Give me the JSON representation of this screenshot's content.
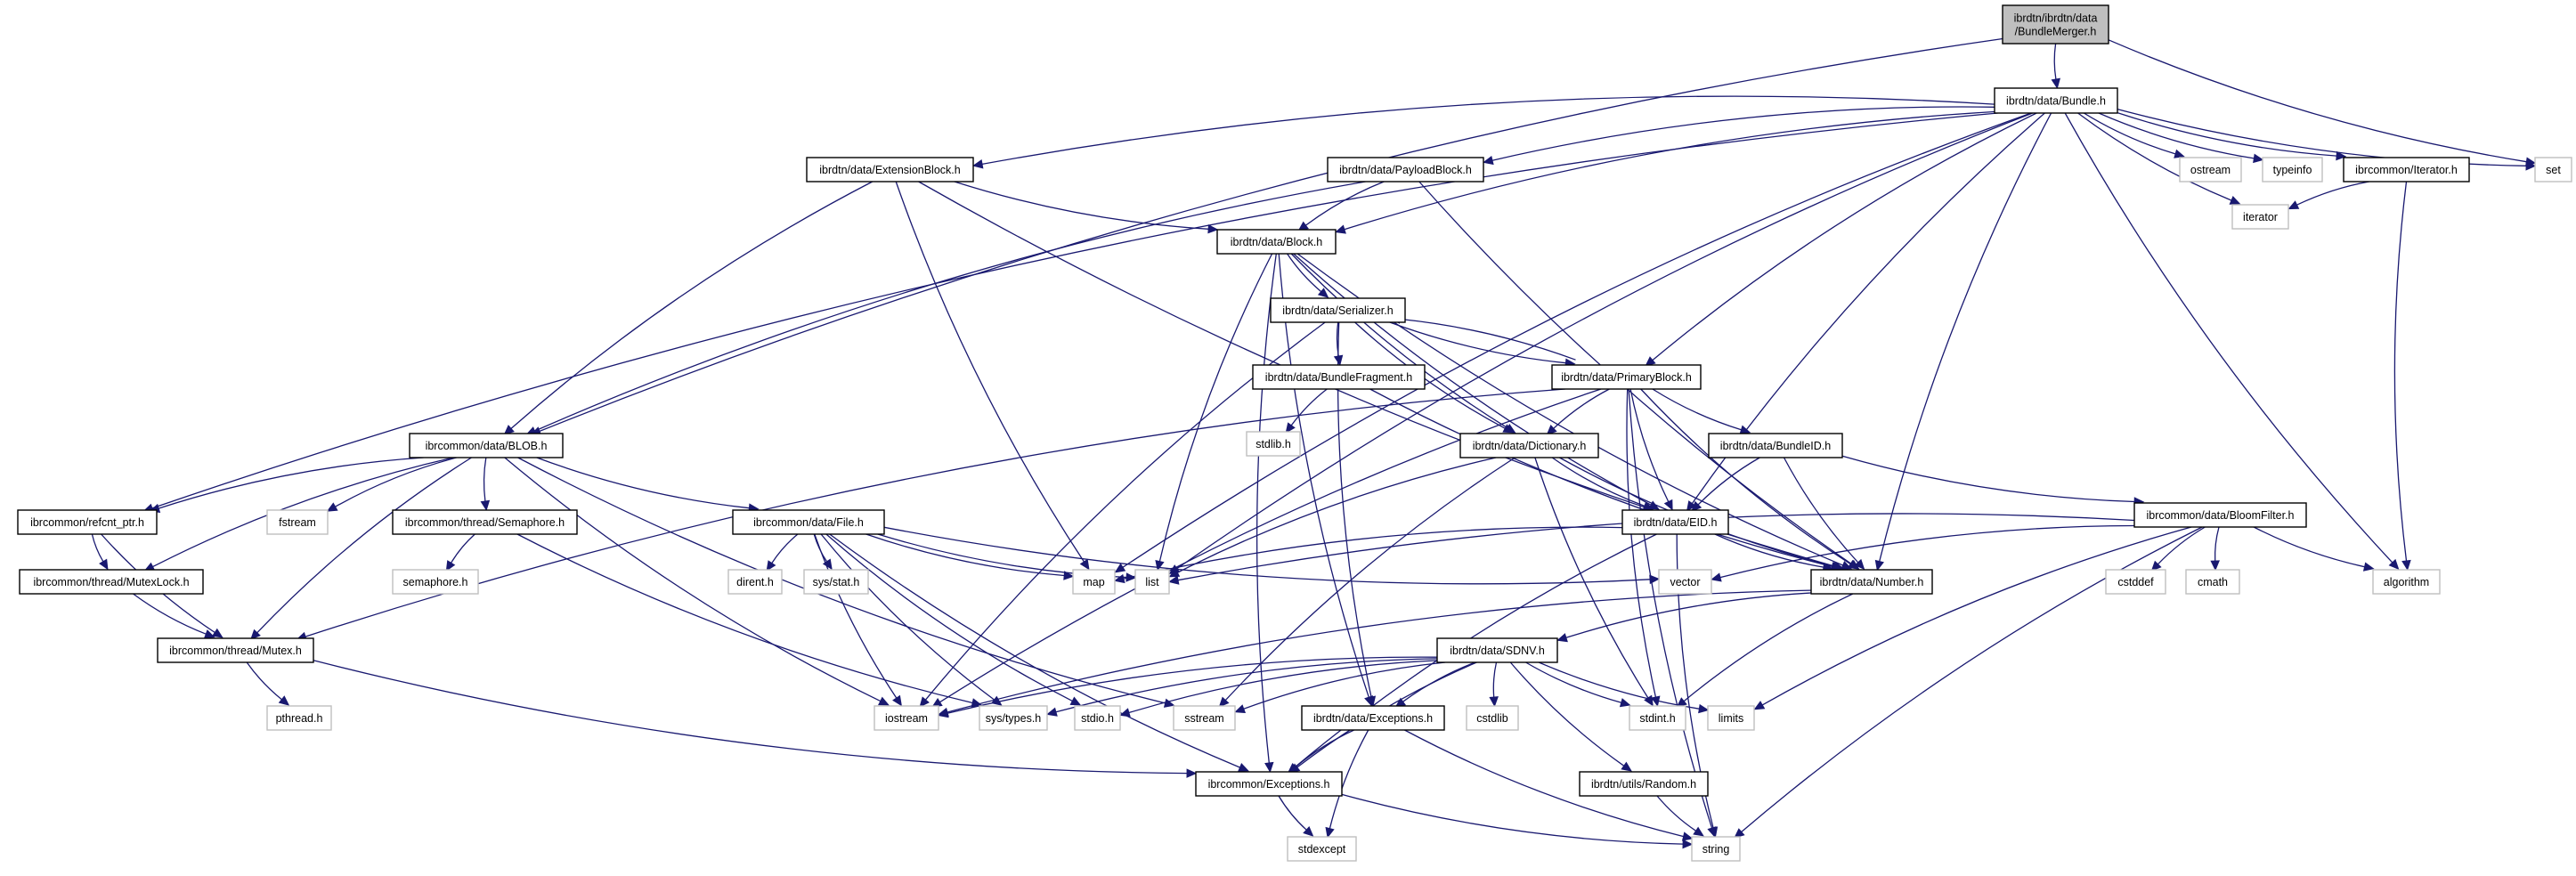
{
  "diagram": {
    "title": "Include dependency graph for ibrdtn/ibrdtn/data/BundleMerger.h",
    "colors": {
      "edge": "#191970",
      "root_fill": "#bfbfbf",
      "project_border": "#000000",
      "external_border": "#bfbfbf"
    },
    "nodes": [
      {
        "id": "merger",
        "label": [
          "ibrdtn/ibrdtn/data",
          "/BundleMerger.h"
        ],
        "kind": "root"
      },
      {
        "id": "bundle",
        "label": [
          "ibrdtn/data/Bundle.h"
        ],
        "kind": "project"
      },
      {
        "id": "ext",
        "label": [
          "ibrdtn/data/ExtensionBlock.h"
        ],
        "kind": "project"
      },
      {
        "id": "payload",
        "label": [
          "ibrdtn/data/PayloadBlock.h"
        ],
        "kind": "project"
      },
      {
        "id": "ostream",
        "label": [
          "ostream"
        ],
        "kind": "external"
      },
      {
        "id": "typeinfo",
        "label": [
          "typeinfo"
        ],
        "kind": "external"
      },
      {
        "id": "iteratorh",
        "label": [
          "ibrcommon/Iterator.h"
        ],
        "kind": "project"
      },
      {
        "id": "set",
        "label": [
          "set"
        ],
        "kind": "external"
      },
      {
        "id": "block",
        "label": [
          "ibrdtn/data/Block.h"
        ],
        "kind": "project"
      },
      {
        "id": "iterator",
        "label": [
          "iterator"
        ],
        "kind": "external"
      },
      {
        "id": "serializer",
        "label": [
          "ibrdtn/data/Serializer.h"
        ],
        "kind": "project"
      },
      {
        "id": "fragment",
        "label": [
          "ibrdtn/data/BundleFragment.h"
        ],
        "kind": "project"
      },
      {
        "id": "primary",
        "label": [
          "ibrdtn/data/PrimaryBlock.h"
        ],
        "kind": "project"
      },
      {
        "id": "stdlib",
        "label": [
          "stdlib.h"
        ],
        "kind": "external"
      },
      {
        "id": "blob",
        "label": [
          "ibrcommon/data/BLOB.h"
        ],
        "kind": "project"
      },
      {
        "id": "dict",
        "label": [
          "ibrdtn/data/Dictionary.h"
        ],
        "kind": "project"
      },
      {
        "id": "bundleid",
        "label": [
          "ibrdtn/data/BundleID.h"
        ],
        "kind": "project"
      },
      {
        "id": "refcnt",
        "label": [
          "ibrcommon/refcnt_ptr.h"
        ],
        "kind": "project"
      },
      {
        "id": "fstream",
        "label": [
          "fstream"
        ],
        "kind": "external"
      },
      {
        "id": "semaphoreh",
        "label": [
          "ibrcommon/thread/Semaphore.h"
        ],
        "kind": "project"
      },
      {
        "id": "file",
        "label": [
          "ibrcommon/data/File.h"
        ],
        "kind": "project"
      },
      {
        "id": "eid",
        "label": [
          "ibrdtn/data/EID.h"
        ],
        "kind": "project"
      },
      {
        "id": "bloom",
        "label": [
          "ibrcommon/data/BloomFilter.h"
        ],
        "kind": "project"
      },
      {
        "id": "mutexlock",
        "label": [
          "ibrcommon/thread/MutexLock.h"
        ],
        "kind": "project"
      },
      {
        "id": "semaphore",
        "label": [
          "semaphore.h"
        ],
        "kind": "external"
      },
      {
        "id": "dirent",
        "label": [
          "dirent.h"
        ],
        "kind": "external"
      },
      {
        "id": "sysstat",
        "label": [
          "sys/stat.h"
        ],
        "kind": "external"
      },
      {
        "id": "map",
        "label": [
          "map"
        ],
        "kind": "external"
      },
      {
        "id": "list",
        "label": [
          "list"
        ],
        "kind": "external"
      },
      {
        "id": "vector",
        "label": [
          "vector"
        ],
        "kind": "external"
      },
      {
        "id": "number",
        "label": [
          "ibrdtn/data/Number.h"
        ],
        "kind": "project"
      },
      {
        "id": "cstddef",
        "label": [
          "cstddef"
        ],
        "kind": "external"
      },
      {
        "id": "cmath",
        "label": [
          "cmath"
        ],
        "kind": "external"
      },
      {
        "id": "algorithm",
        "label": [
          "algorithm"
        ],
        "kind": "external"
      },
      {
        "id": "mutex",
        "label": [
          "ibrcommon/thread/Mutex.h"
        ],
        "kind": "project"
      },
      {
        "id": "sdnv",
        "label": [
          "ibrdtn/data/SDNV.h"
        ],
        "kind": "project"
      },
      {
        "id": "pthread",
        "label": [
          "pthread.h"
        ],
        "kind": "external"
      },
      {
        "id": "iostream",
        "label": [
          "iostream"
        ],
        "kind": "external"
      },
      {
        "id": "systypes",
        "label": [
          "sys/types.h"
        ],
        "kind": "external"
      },
      {
        "id": "stdio",
        "label": [
          "stdio.h"
        ],
        "kind": "external"
      },
      {
        "id": "sstream",
        "label": [
          "sstream"
        ],
        "kind": "external"
      },
      {
        "id": "dtnexc",
        "label": [
          "ibrdtn/data/Exceptions.h"
        ],
        "kind": "project"
      },
      {
        "id": "cstdlib",
        "label": [
          "cstdlib"
        ],
        "kind": "external"
      },
      {
        "id": "stdint",
        "label": [
          "stdint.h"
        ],
        "kind": "external"
      },
      {
        "id": "limits",
        "label": [
          "limits"
        ],
        "kind": "external"
      },
      {
        "id": "commonexc",
        "label": [
          "ibrcommon/Exceptions.h"
        ],
        "kind": "project"
      },
      {
        "id": "random",
        "label": [
          "ibrdtn/utils/Random.h"
        ],
        "kind": "project"
      },
      {
        "id": "stdexcept",
        "label": [
          "stdexcept"
        ],
        "kind": "external"
      },
      {
        "id": "string",
        "label": [
          "string"
        ],
        "kind": "external"
      }
    ],
    "edges": [
      [
        "merger",
        "bundle"
      ],
      [
        "merger",
        "blob"
      ],
      [
        "merger",
        "set"
      ],
      [
        "bundle",
        "ext"
      ],
      [
        "bundle",
        "payload"
      ],
      [
        "bundle",
        "ostream"
      ],
      [
        "bundle",
        "typeinfo"
      ],
      [
        "bundle",
        "iteratorh"
      ],
      [
        "bundle",
        "set"
      ],
      [
        "bundle",
        "block"
      ],
      [
        "bundle",
        "iterator"
      ],
      [
        "bundle",
        "primary"
      ],
      [
        "bundle",
        "eid"
      ],
      [
        "bundle",
        "number"
      ],
      [
        "bundle",
        "map"
      ],
      [
        "bundle",
        "list"
      ],
      [
        "bundle",
        "refcnt"
      ],
      [
        "bundle",
        "algorithm"
      ],
      [
        "iteratorh",
        "iterator"
      ],
      [
        "iteratorh",
        "algorithm"
      ],
      [
        "ext",
        "block"
      ],
      [
        "ext",
        "blob"
      ],
      [
        "ext",
        "map"
      ],
      [
        "ext",
        "number"
      ],
      [
        "payload",
        "block"
      ],
      [
        "payload",
        "blob"
      ],
      [
        "payload",
        "number"
      ],
      [
        "block",
        "serializer"
      ],
      [
        "block",
        "list"
      ],
      [
        "block",
        "dict"
      ],
      [
        "block",
        "eid"
      ],
      [
        "block",
        "number"
      ],
      [
        "block",
        "dtnexc"
      ],
      [
        "block",
        "commonexc"
      ],
      [
        "serializer",
        "fragment"
      ],
      [
        "serializer",
        "primary"
      ],
      [
        "serializer",
        "dict"
      ],
      [
        "serializer",
        "iostream"
      ],
      [
        "serializer",
        "dtnexc"
      ],
      [
        "primary",
        "serializer"
      ],
      [
        "primary",
        "dict"
      ],
      [
        "primary",
        "bundleid"
      ],
      [
        "primary",
        "eid"
      ],
      [
        "primary",
        "number"
      ],
      [
        "primary",
        "stdint"
      ],
      [
        "primary",
        "iostream"
      ],
      [
        "primary",
        "string"
      ],
      [
        "primary",
        "mutex"
      ],
      [
        "fragment",
        "stdlib"
      ],
      [
        "fragment",
        "number"
      ],
      [
        "dict",
        "eid"
      ],
      [
        "dict",
        "number"
      ],
      [
        "dict",
        "list"
      ],
      [
        "dict",
        "sstream"
      ],
      [
        "dict",
        "stdint"
      ],
      [
        "bundleid",
        "eid"
      ],
      [
        "bundleid",
        "number"
      ],
      [
        "bundleid",
        "bloom"
      ],
      [
        "blob",
        "refcnt"
      ],
      [
        "blob",
        "fstream"
      ],
      [
        "blob",
        "semaphoreh"
      ],
      [
        "blob",
        "file"
      ],
      [
        "blob",
        "mutexlock"
      ],
      [
        "blob",
        "mutex"
      ],
      [
        "blob",
        "iostream"
      ],
      [
        "blob",
        "sstream"
      ],
      [
        "refcnt",
        "mutexlock"
      ],
      [
        "refcnt",
        "mutex"
      ],
      [
        "semaphoreh",
        "semaphore"
      ],
      [
        "semaphoreh",
        "systypes"
      ],
      [
        "file",
        "dirent"
      ],
      [
        "file",
        "sysstat"
      ],
      [
        "file",
        "map"
      ],
      [
        "file",
        "list"
      ],
      [
        "file",
        "vector"
      ],
      [
        "file",
        "iostream"
      ],
      [
        "file",
        "systypes"
      ],
      [
        "file",
        "stdio"
      ],
      [
        "file",
        "commonexc"
      ],
      [
        "eid",
        "map"
      ],
      [
        "eid",
        "number"
      ],
      [
        "eid",
        "string"
      ],
      [
        "eid",
        "commonexc"
      ],
      [
        "bloom",
        "cstddef"
      ],
      [
        "bloom",
        "cmath"
      ],
      [
        "bloom",
        "algorithm"
      ],
      [
        "bloom",
        "vector"
      ],
      [
        "bloom",
        "list"
      ],
      [
        "bloom",
        "string"
      ],
      [
        "bloom",
        "limits"
      ],
      [
        "mutexlock",
        "mutex"
      ],
      [
        "mutex",
        "pthread"
      ],
      [
        "mutex",
        "commonexc"
      ],
      [
        "number",
        "sdnv"
      ],
      [
        "number",
        "stdint"
      ],
      [
        "number",
        "iostream"
      ],
      [
        "sdnv",
        "iostream"
      ],
      [
        "sdnv",
        "systypes"
      ],
      [
        "sdnv",
        "stdio"
      ],
      [
        "sdnv",
        "sstream"
      ],
      [
        "sdnv",
        "dtnexc"
      ],
      [
        "sdnv",
        "cstdlib"
      ],
      [
        "sdnv",
        "stdint"
      ],
      [
        "sdnv",
        "limits"
      ],
      [
        "sdnv",
        "commonexc"
      ],
      [
        "sdnv",
        "random"
      ],
      [
        "dtnexc",
        "commonexc"
      ],
      [
        "dtnexc",
        "stdexcept"
      ],
      [
        "dtnexc",
        "string"
      ],
      [
        "commonexc",
        "stdexcept"
      ],
      [
        "commonexc",
        "string"
      ],
      [
        "random",
        "string"
      ]
    ]
  }
}
